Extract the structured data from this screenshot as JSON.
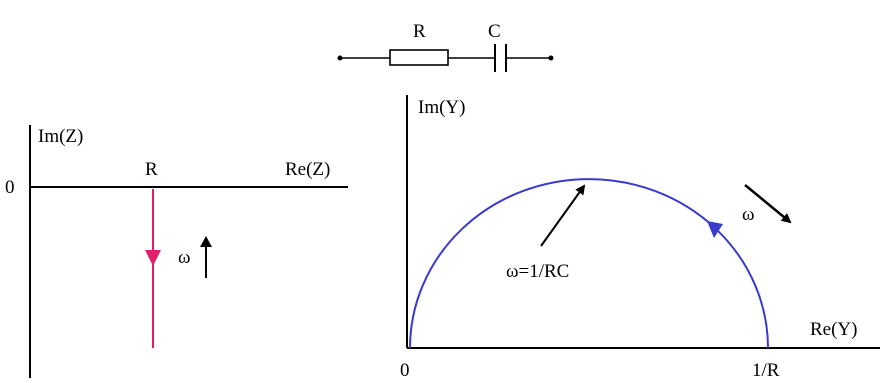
{
  "circuit": {
    "resistor_label": "R",
    "capacitor_label": "C"
  },
  "impedance_plot": {
    "y_axis_label": "Im(Z)",
    "x_axis_label": "Re(Z)",
    "origin_label": "0",
    "point_label": "R",
    "omega_label": "ω",
    "line_color": "#e0206a",
    "omega_direction": "up"
  },
  "admittance_plot": {
    "y_axis_label": "Im(Y)",
    "x_axis_label": "Re(Y)",
    "origin_label": "0",
    "end_label": "1/R",
    "peak_annotation": "ω=1/RC",
    "omega_label": "ω",
    "curve_color": "#3a3acc",
    "omega_direction": "down-right"
  }
}
